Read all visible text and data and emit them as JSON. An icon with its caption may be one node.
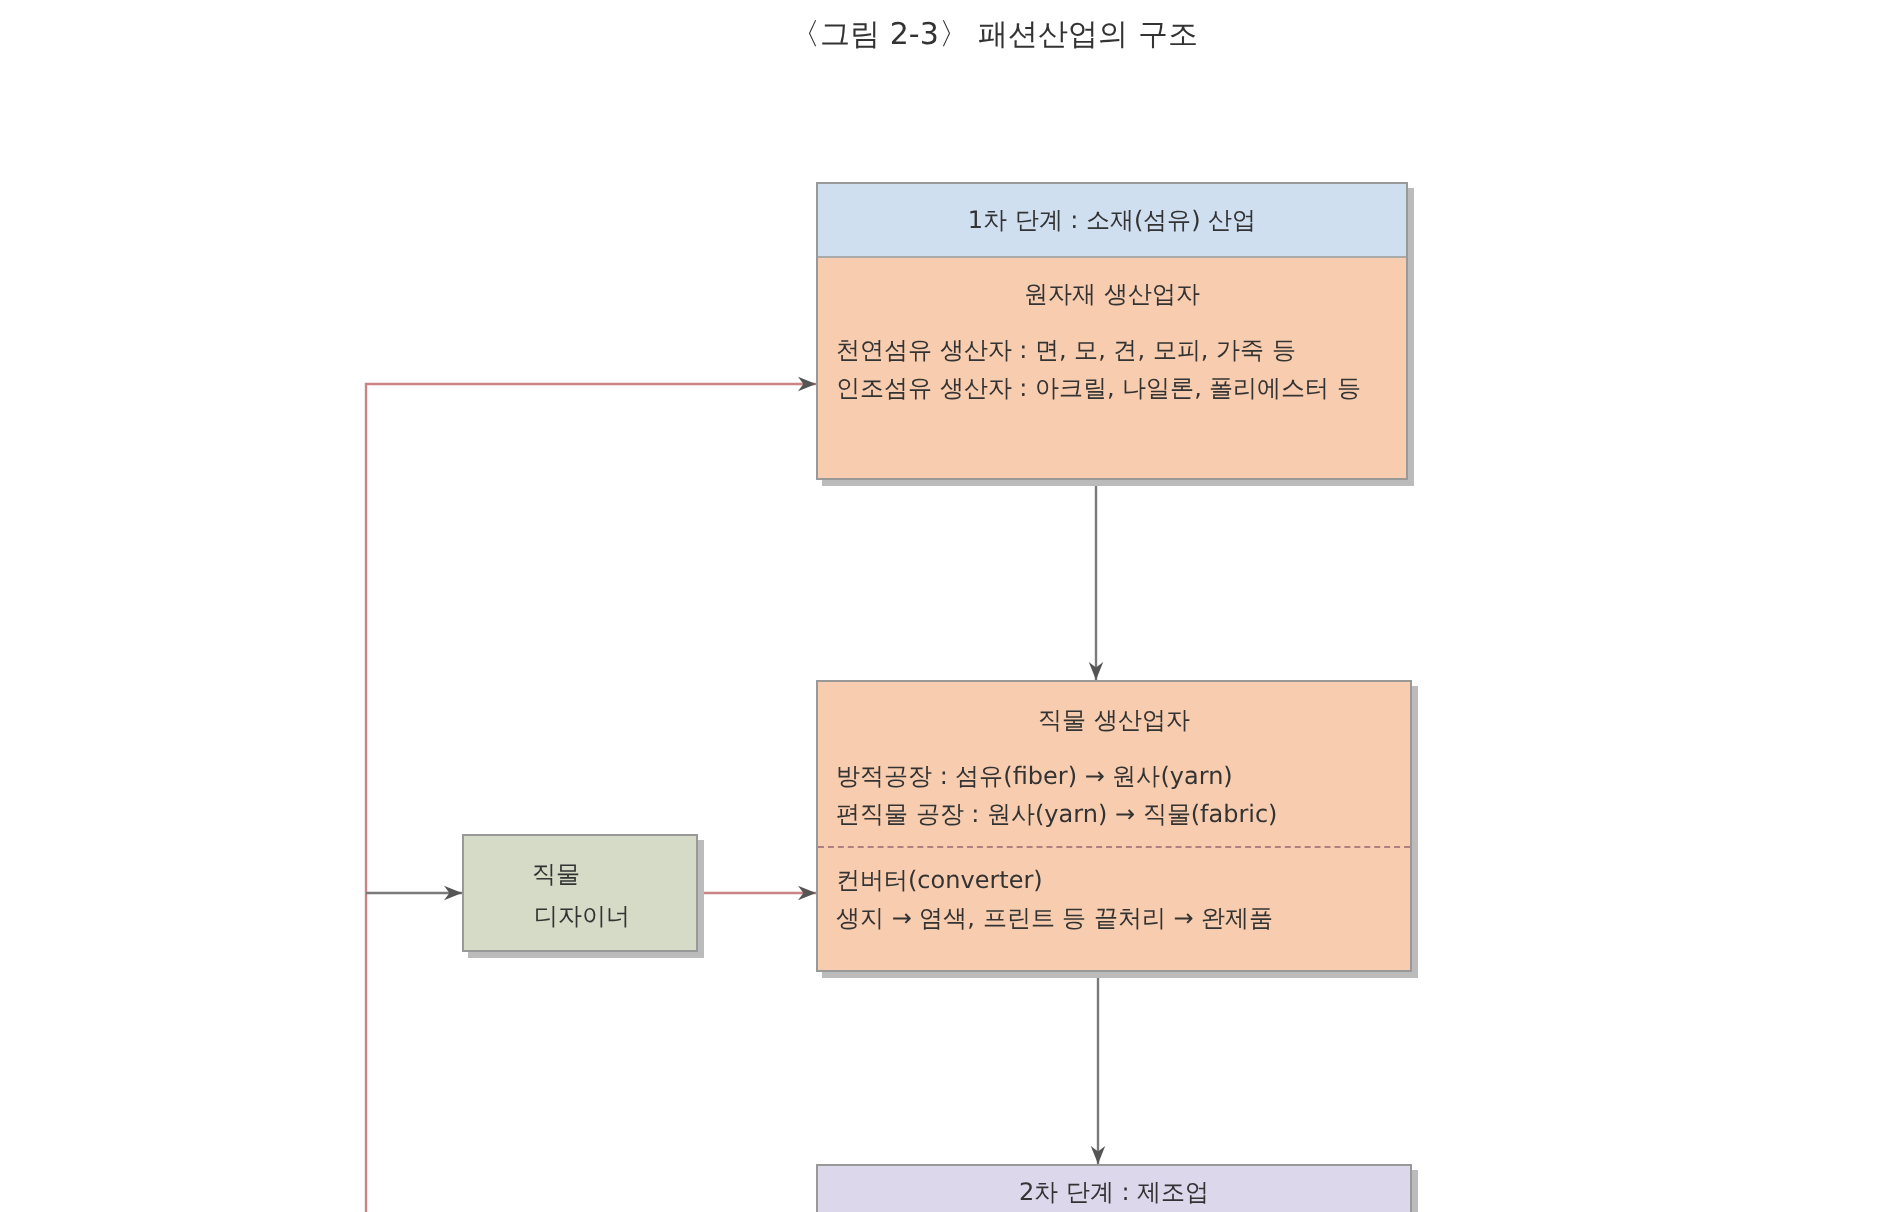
{
  "diagram": {
    "title": "〈그림 2-3〉 패션산업의 구조",
    "nodes": [
      {
        "text": [
          "1차 단계 : 소재(섬유) 산업",
          "원자재 생산업자",
          "천연섬유 생산자 : 면, 모, 견, 모피, 가죽 등",
          "인조섬유 생산자 : 아크릴, 나일론, 폴리에스터 등"
        ]
      },
      {
        "text": [
          "직물 생산업자",
          "방적공장 : 섬유(fiber) → 원사(yarn)",
          "편직물 공장 : 원사(yarn) → 직물(fabric)",
          "컨버터(converter)",
          "생지 → 염색, 프린트 등 끝처리 → 완제품"
        ]
      },
      {
        "text": [
          "직물 디자이너"
        ]
      },
      {
        "text": [
          "2차 단계 : 제조업"
        ]
      }
    ],
    "edges": [
      {
        "from": 0,
        "to": 1,
        "arrow": "to"
      },
      {
        "from": 1,
        "to": 3,
        "arrow": "to"
      },
      {
        "from": 2,
        "to": 1,
        "arrow": "to",
        "color": "#c98585"
      },
      {
        "from": null,
        "to": 0,
        "arrow": "to",
        "color": "#c98585"
      },
      {
        "from": null,
        "to": 2,
        "arrow": "to"
      }
    ]
  }
}
